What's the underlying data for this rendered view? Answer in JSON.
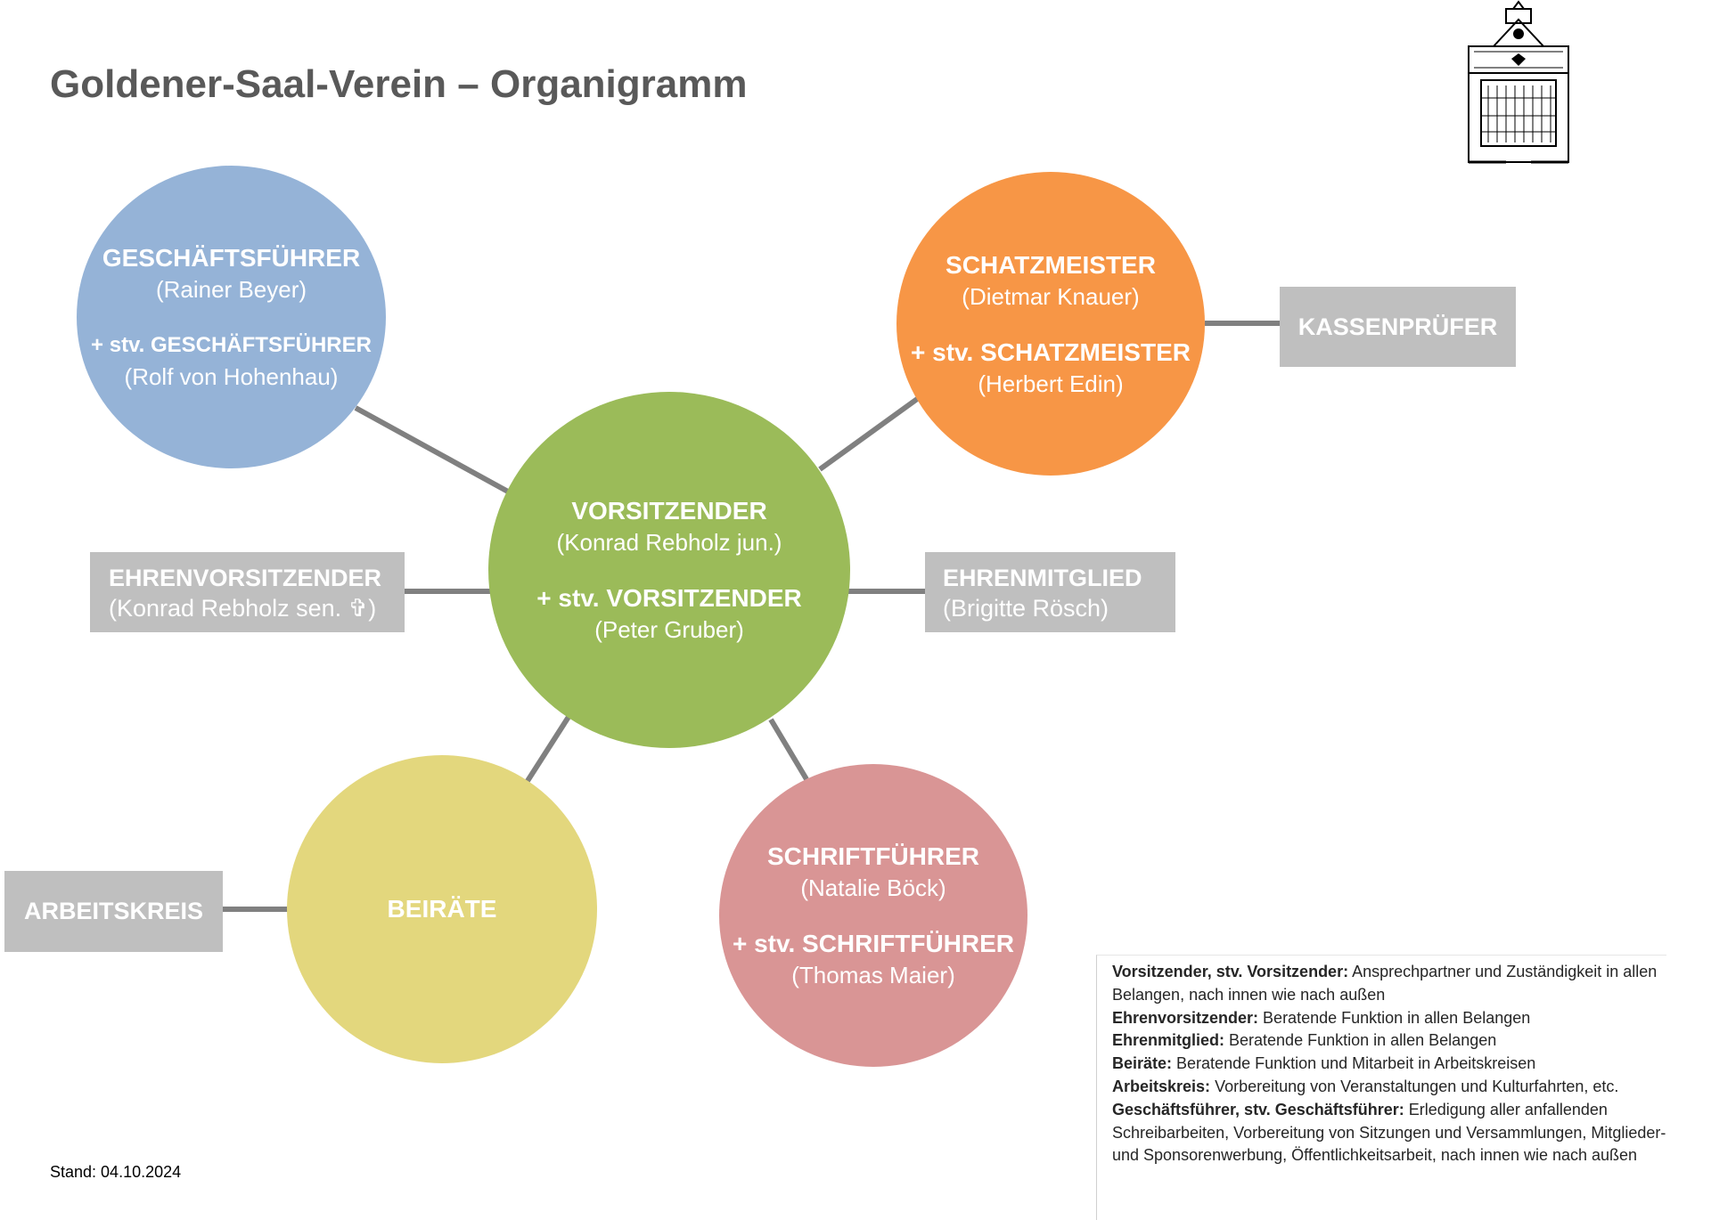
{
  "title": "Goldener-Saal-Verein – Organigramm",
  "date_text": "Stand: 04.10.2024",
  "colors": {
    "geschaeftsfuehrer": "#95b3d7",
    "schatzmeister": "#f79646",
    "vorsitzender": "#9bbb59",
    "beiraete": "#e3d77d",
    "schriftfuehrer": "#d99595",
    "boxes": "#bfbfbf",
    "connectors": "#808080"
  },
  "nodes": {
    "geschaeftsfuehrer": {
      "role": "GESCHÄFTSFÜHRER",
      "person": "(Rainer Beyer)",
      "deputy_role": "+ stv. GESCHÄFTSFÜHRER",
      "deputy_person": "(Rolf von Hohenhau)"
    },
    "schatzmeister": {
      "role": "SCHATZMEISTER",
      "person": "(Dietmar Knauer)",
      "deputy_role": "+ stv. SCHATZMEISTER",
      "deputy_person": "(Herbert Edin)"
    },
    "vorsitzender": {
      "role": "VORSITZENDER",
      "person": "(Konrad Rebholz jun.)",
      "deputy_role": "+ stv. VORSITZENDER",
      "deputy_person": "(Peter Gruber)"
    },
    "beiraete": {
      "role": "BEIRÄTE"
    },
    "schriftfuehrer": {
      "role": "SCHRIFTFÜHRER",
      "person": "(Natalie Böck)",
      "deputy_role": "+ stv. SCHRIFTFÜHRER",
      "deputy_person": "(Thomas Maier)"
    },
    "kassenpruefer": {
      "role": "KASSENPRÜFER"
    },
    "ehrenvorsitzender": {
      "role": "EHRENVORSITZENDER",
      "person": "(Konrad Rebholz sen. ✞)"
    },
    "ehrenmitglied": {
      "role": "EHRENMITGLIED",
      "person": "(Brigitte Rösch)"
    },
    "arbeitskreis": {
      "role": "ARBEITSKREIS"
    }
  },
  "legend": [
    {
      "term": "Vorsitzender, stv. Vorsitzender:",
      "text": " Ansprechpartner und Zuständigkeit in allen Belangen, nach innen wie nach außen"
    },
    {
      "term": "Ehrenvorsitzender:",
      "text": " Beratende Funktion in allen Belangen"
    },
    {
      "term": "Ehrenmitglied:",
      "text": " Beratende Funktion in allen Belangen"
    },
    {
      "term": "Beiräte:",
      "text": " Beratende Funktion und Mitarbeit in Arbeitskreisen"
    },
    {
      "term": "Arbeitskreis:",
      "text": " Vorbereitung von Veranstaltungen und Kulturfahrten, etc."
    },
    {
      "term": "Geschäftsführer, stv. Geschäftsführer:",
      "text": " Erledigung aller anfallenden Schreibarbeiten, Vorbereitung von Sitzungen und Versammlungen, Mitglieder- und Sponsorenwerbung, Öffentlichkeitsarbeit, nach innen wie nach außen"
    }
  ]
}
